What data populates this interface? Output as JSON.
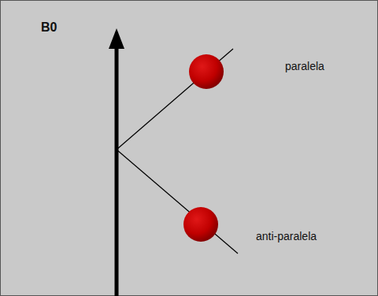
{
  "diagram": {
    "labels": [
      "B0",
      "paralela",
      "anti-paralela"
    ]
  }
}
